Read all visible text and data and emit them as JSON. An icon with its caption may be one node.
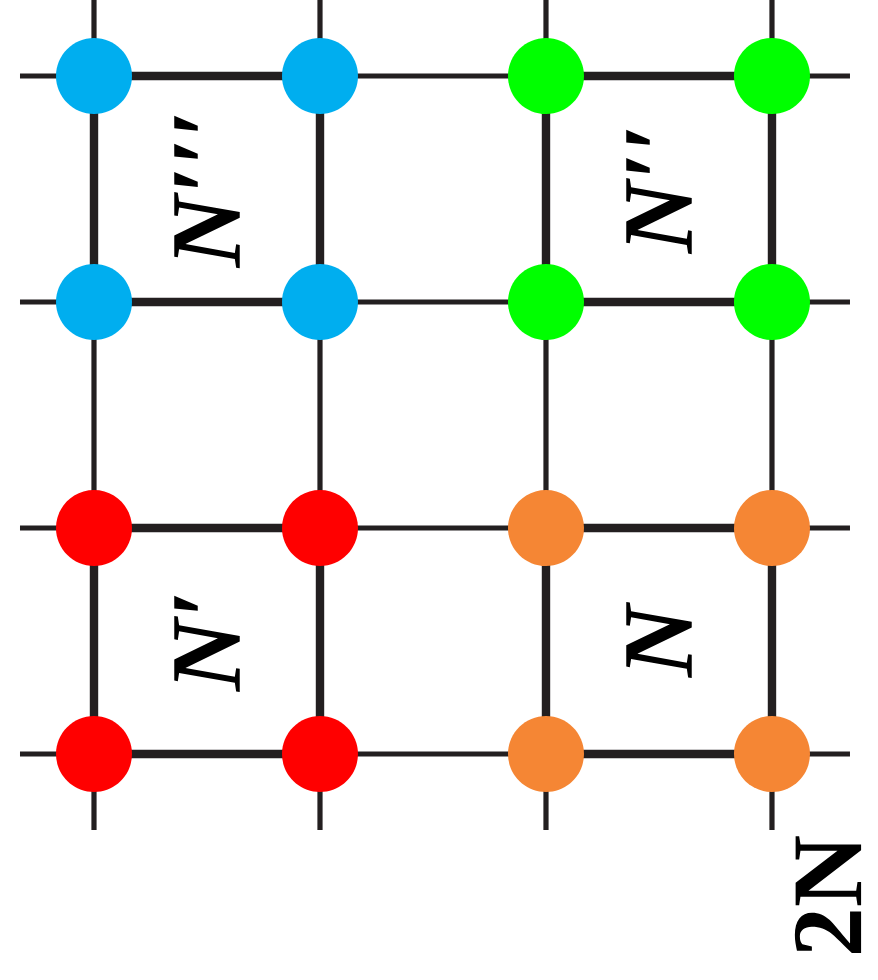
{
  "diagram": {
    "nodes": [
      {
        "text": [
          "N′′′"
        ]
      },
      {
        "text": [
          "N′′"
        ]
      },
      {
        "text": [
          "N′"
        ]
      },
      {
        "text": [
          "N"
        ]
      }
    ],
    "labels": [
      "2N"
    ]
  }
}
